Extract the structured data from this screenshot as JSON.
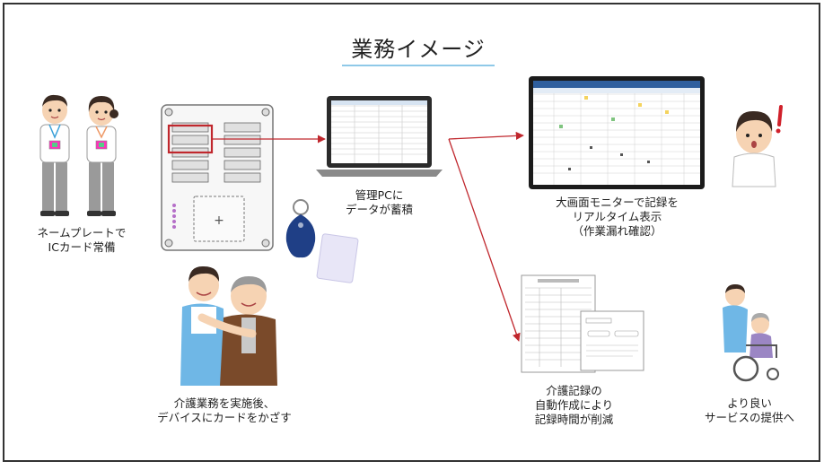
{
  "title": "業務イメージ",
  "captions": {
    "staff": [
      "ネームプレートで",
      "ICカード常備"
    ],
    "care": [
      "介護業務を実施後、",
      "デバイスにカードをかざす"
    ],
    "pc": [
      "管理PCに",
      "データが蓄積"
    ],
    "monitor": [
      "大画面モニターで記録を",
      "リアルタイム表示",
      "（作業漏れ確認）"
    ],
    "record": [
      "介護記録の",
      "自動作成により",
      "記録時間が削減"
    ],
    "service": [
      "より良い",
      "サービスの提供へ"
    ]
  },
  "device": {
    "plus_symbol": "+"
  },
  "colors": {
    "arrow": "#c0272d",
    "title_underline": "#8fc9e8",
    "uniform_shirt": "#ffffff",
    "apron_blue": "#6fb7e6",
    "hair": "#3a2a22",
    "skin": "#f6d3b3",
    "ic_tag": "#1f3f86",
    "card": "#e8e6f7"
  }
}
